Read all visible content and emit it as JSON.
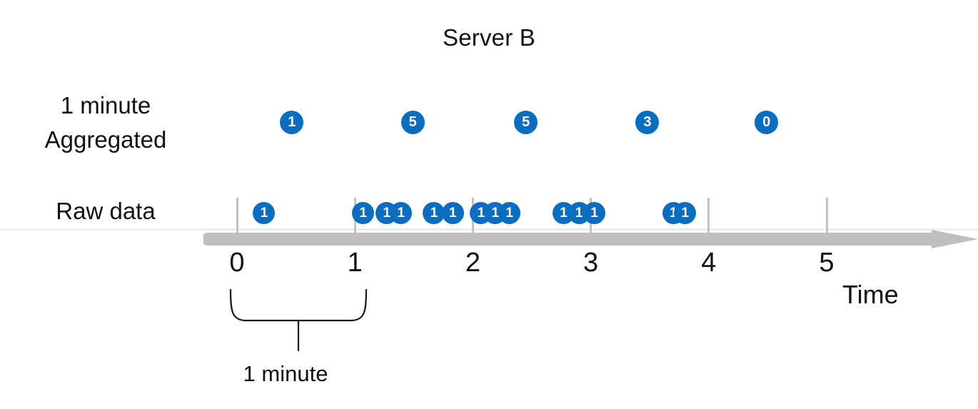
{
  "title": "Server B",
  "colors": {
    "dot_blue": "#0c6dbe",
    "dot_text": "#ffffff",
    "axis_gray": "#bcbec0",
    "tick_gray": "#bfc2c5",
    "rule_gray": "#eceef0",
    "text_black": "#111111",
    "background": "#ffffff"
  },
  "rows": {
    "aggregated_label": "1 minute\nAggregated",
    "raw_label": "Raw data"
  },
  "axis": {
    "caption": "Time",
    "tick_labels": [
      "0",
      "1",
      "2",
      "3",
      "4",
      "5"
    ],
    "arrow_icon": "right-arrow-icon"
  },
  "brace": {
    "label": "1 minute",
    "icon": "curly-brace-icon"
  },
  "chart_data": {
    "type": "scatter",
    "title": "Server B",
    "xlabel": "Time",
    "ylabel": "",
    "xlim": [
      0,
      5.6
    ],
    "grid": false,
    "legend": null,
    "series": [
      {
        "name": "Raw data",
        "row_label": "Raw data",
        "marker_label": "1",
        "points_x": [
          0.23,
          1.07,
          1.27,
          1.39,
          1.67,
          1.83,
          2.07,
          2.19,
          2.31,
          2.77,
          2.9,
          3.03,
          3.7,
          3.8
        ],
        "values": [
          1,
          1,
          1,
          1,
          1,
          1,
          1,
          1,
          1,
          1,
          1,
          1,
          1,
          1
        ],
        "count": 14
      },
      {
        "name": "1 minute Aggregated",
        "row_label": "1 minute Aggregated",
        "categories": [
          "0-1",
          "1-2",
          "2-3",
          "3-4",
          "4-5"
        ],
        "points_x": [
          0.465,
          1.49,
          2.45,
          3.48,
          4.49
        ],
        "values": [
          1,
          5,
          5,
          3,
          0
        ]
      }
    ],
    "annotations": [
      {
        "text": "1 minute",
        "span_x": [
          0,
          1
        ],
        "type": "brace"
      }
    ]
  }
}
